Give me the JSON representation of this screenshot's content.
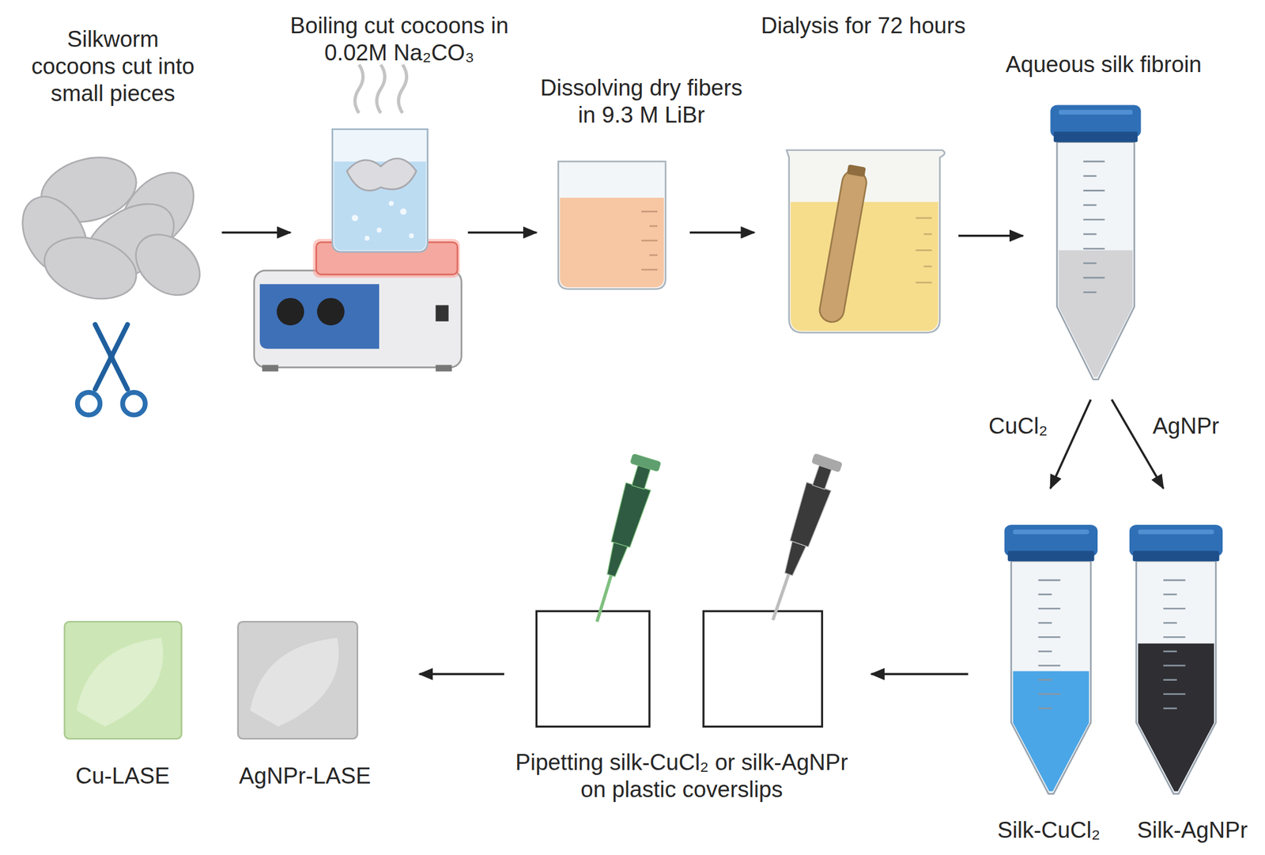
{
  "diagram": {
    "nodes": [
      {
        "text": [
          "Silkworm cocoons cut into small pieces"
        ]
      },
      {
        "text": [
          "Boiling cut cocoons in 0.02M Na₂CO₃"
        ]
      },
      {
        "text": [
          "Dissolving dry fibers in 9.3 M LiBr"
        ]
      },
      {
        "text": [
          "Dialysis for 72 hours"
        ]
      },
      {
        "text": [
          "Aqueous silk fibroin"
        ]
      },
      {
        "text": [
          "Silk-CuCl₂"
        ]
      },
      {
        "text": [
          "Silk-AgNPr"
        ]
      },
      {
        "text": [
          "Pipetting silk-CuCl₂ or silk-AgNPr on plastic coverslips"
        ]
      },
      {
        "text": [
          "Cu-LASE"
        ]
      },
      {
        "text": [
          "AgNPr-LASE"
        ]
      }
    ],
    "edges": [
      {
        "from": 0,
        "to": 1,
        "arrow": "to"
      },
      {
        "from": 1,
        "to": 2,
        "arrow": "to"
      },
      {
        "from": 2,
        "to": 3,
        "arrow": "to"
      },
      {
        "from": 3,
        "to": 4,
        "arrow": "to"
      },
      {
        "from": 4,
        "to": 5,
        "label": "CuCl₂",
        "arrow": "to"
      },
      {
        "from": 4,
        "to": 6,
        "label": "AgNPr",
        "arrow": "to"
      },
      {
        "from": 5,
        "to": 7,
        "arrow": "to"
      },
      {
        "from": 7,
        "to": 9,
        "arrow": "to"
      }
    ]
  }
}
